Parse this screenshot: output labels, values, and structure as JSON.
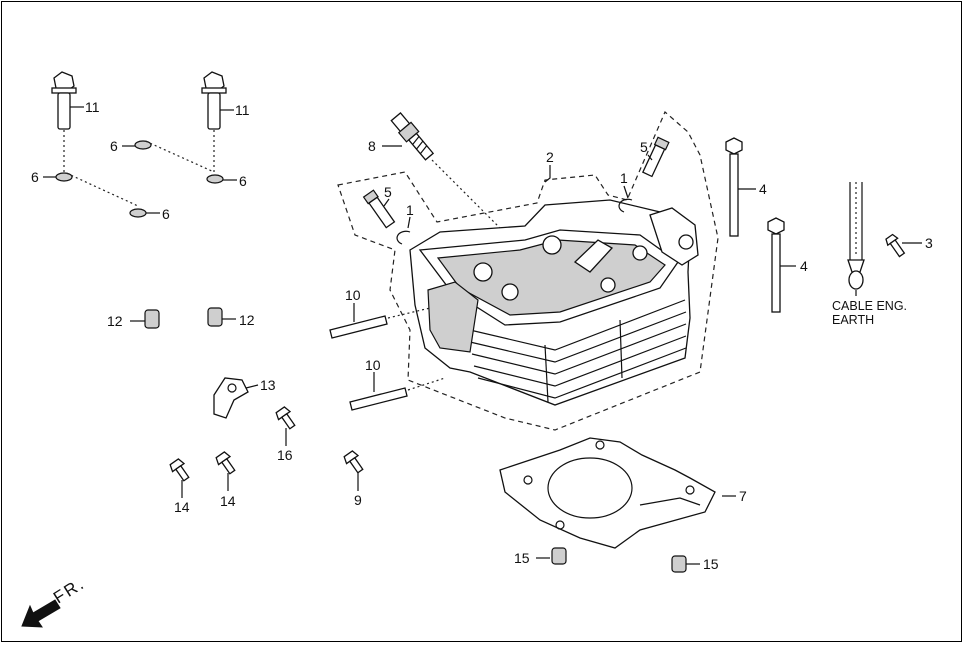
{
  "diagram": {
    "callouts": {
      "c1a": "1",
      "c1b": "1",
      "c2": "2",
      "c3": "3",
      "c4a": "4",
      "c4b": "4",
      "c5a": "5",
      "c5b": "5",
      "c6a": "6",
      "c6b": "6",
      "c6c": "6",
      "c6d": "6",
      "c7": "7",
      "c8": "8",
      "c9": "9",
      "c10a": "10",
      "c10b": "10",
      "c11a": "11",
      "c11b": "11",
      "c12a": "12",
      "c12b": "12",
      "c13": "13",
      "c14a": "14",
      "c14b": "14",
      "c15a": "15",
      "c15b": "15",
      "c16": "16"
    },
    "cable_note_line1": "CABLE ENG.",
    "cable_note_line2": "EARTH",
    "direction_label": "FR."
  },
  "icons": {
    "front_arrow": "front-direction-arrow-icon"
  }
}
